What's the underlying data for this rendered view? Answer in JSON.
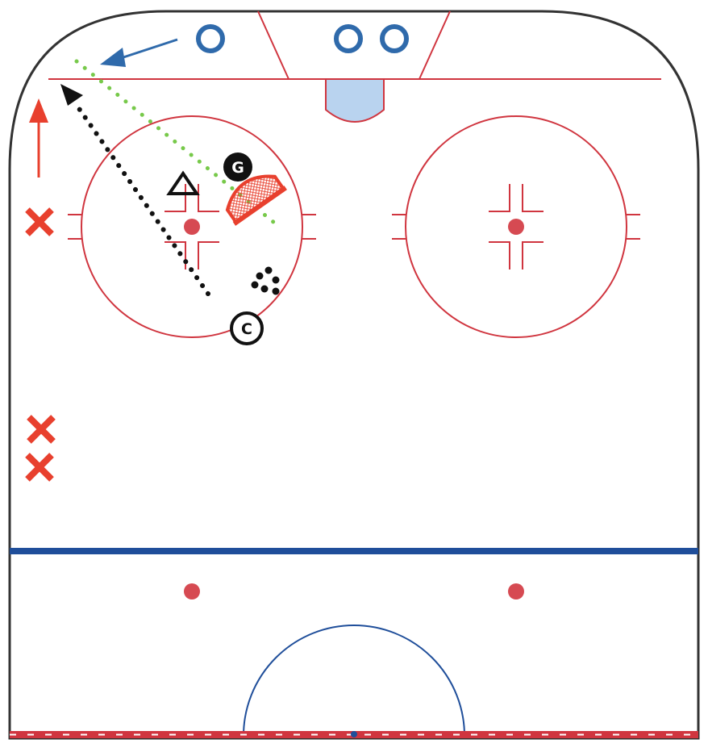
{
  "colors": {
    "red_line": "#d0353f",
    "blue_line": "#1f4e9a",
    "faceoff_dot": "#d64a52",
    "crease": "#b9d3ef",
    "board": "#333333",
    "x_marker": "#e8402e",
    "o_marker": "#2f6aab",
    "puck": "#111111",
    "pass_path": "#77c94a",
    "skate_path": "#111111",
    "net": "#e8402e",
    "arrow_blue": "#2f6aab",
    "arrow_red": "#e8402e"
  },
  "markers": {
    "goalie_label": "G",
    "coach_label": "C"
  },
  "players": {
    "offense_x_count": 3,
    "defense_o_count": 3
  },
  "icons": {
    "x_marker": "x-cross-icon",
    "o_marker": "o-ring-icon",
    "triangle": "triangle-cone-icon",
    "puck_pile": "pucks-icon",
    "net": "hockey-net-icon"
  }
}
